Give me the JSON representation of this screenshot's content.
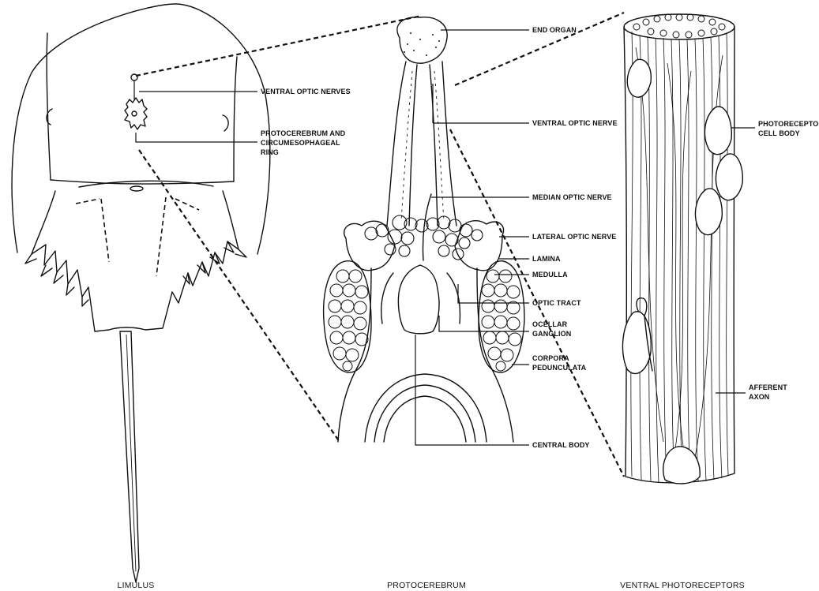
{
  "captions": {
    "limulus": "LIMULUS",
    "protocerebrum": "PROTOCEREBRUM",
    "ventral_photoreceptors": "VENTRAL PHOTORECEPTORS"
  },
  "labels": {
    "ventral_optic_nerves": "VENTRAL OPTIC NERVES",
    "protocerebrum_ring_1": "PROTOCEREBRUM AND",
    "protocerebrum_ring_2": "CIRCUMESOPHAGEAL",
    "protocerebrum_ring_3": "RING",
    "end_organ": "END ORGAN",
    "ventral_optic_nerve": "VENTRAL OPTIC NERVE",
    "median_optic_nerve": "MEDIAN OPTIC NERVE",
    "lateral_optic_nerve": "LATERAL OPTIC NERVE",
    "lamina": "LAMINA",
    "medulla": "MEDULLA",
    "optic_tract": "OPTIC TRACT",
    "ocellar_ganglion_1": "OCELLAR",
    "ocellar_ganglion_2": "GANGLION",
    "corpora_pedunculata_1": "CORPORA",
    "corpora_pedunculata_2": "PEDUNCULATA",
    "central_body": "CENTRAL BODY",
    "photoreceptor_cell_body_1": "PHOTORECEPTOR",
    "photoreceptor_cell_body_2": "CELL BODY",
    "afferent_axon_1": "AFFERENT",
    "afferent_axon_2": "AXON"
  }
}
